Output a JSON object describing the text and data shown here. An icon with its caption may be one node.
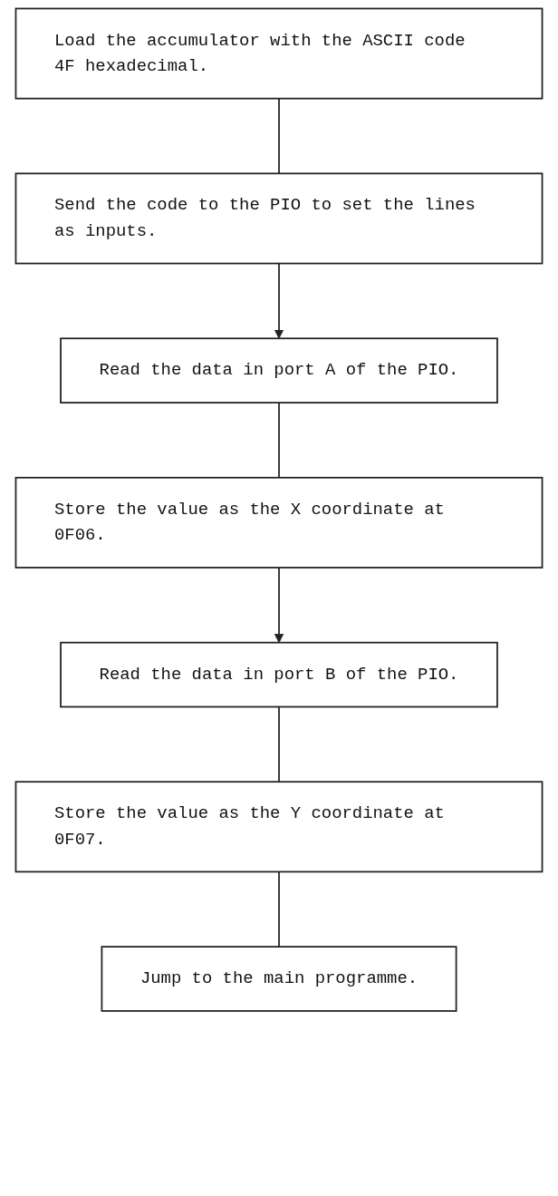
{
  "diagram": {
    "nodes": [
      {
        "text": [
          "Load the accumulator with the ASCII code 4F hexadecimal."
        ]
      },
      {
        "text": [
          "Send the code to the PIO to set the lines as inputs."
        ]
      },
      {
        "text": [
          "Read the data in port A of the PIO."
        ]
      },
      {
        "text": [
          "Store the value as the X coordinate at 0F06."
        ]
      },
      {
        "text": [
          "Read the data in port B of the PIO."
        ]
      },
      {
        "text": [
          "Store the value as the Y coordinate at 0F07."
        ]
      },
      {
        "text": [
          "Jump to the main programme."
        ]
      }
    ],
    "edges": [
      {
        "from": 0,
        "to": 1,
        "arrow": "none"
      },
      {
        "from": 1,
        "to": 2,
        "arrow": "to"
      },
      {
        "from": 2,
        "to": 3,
        "arrow": "none"
      },
      {
        "from": 3,
        "to": 4,
        "arrow": "to"
      },
      {
        "from": 4,
        "to": 5,
        "arrow": "none"
      },
      {
        "from": 5,
        "to": 6,
        "arrow": "none"
      }
    ]
  }
}
